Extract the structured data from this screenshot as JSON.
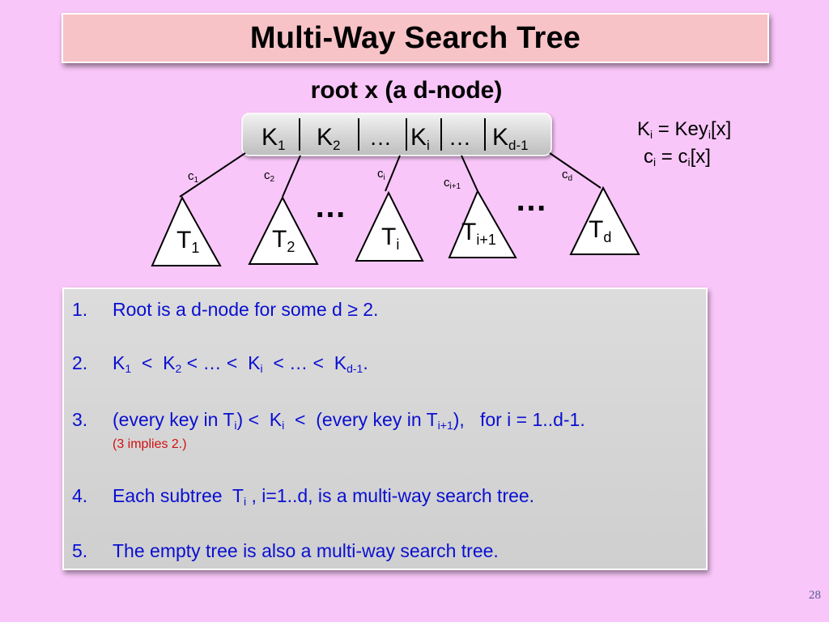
{
  "title": "Multi-Way Search Tree",
  "root_label": "root x (a d-node)",
  "node_keys": [
    {
      "main": "K",
      "sub": "1"
    },
    {
      "main": "K",
      "sub": "2"
    },
    {
      "main": "…",
      "sub": ""
    },
    {
      "main": "K",
      "sub": "i"
    },
    {
      "main": "…",
      "sub": ""
    },
    {
      "main": "K",
      "sub": "d-1"
    }
  ],
  "children": [
    {
      "edge": {
        "main": "c",
        "sub": "1"
      },
      "subtree": {
        "main": "T",
        "sub": "1"
      }
    },
    {
      "edge": {
        "main": "c",
        "sub": "2"
      },
      "subtree": {
        "main": "T",
        "sub": "2"
      }
    },
    {
      "edge": {
        "main": "c",
        "sub": "i"
      },
      "subtree": {
        "main": "T",
        "sub": "i"
      }
    },
    {
      "edge": {
        "main": "c",
        "sub": "i+1"
      },
      "subtree": {
        "main": "T",
        "sub": "i+1"
      }
    },
    {
      "edge": {
        "main": "c",
        "sub": "d"
      },
      "subtree": {
        "main": "T",
        "sub": "d"
      }
    }
  ],
  "ellipsis": "…",
  "legend": {
    "line1": {
      "a": "K",
      "a_sub": "i",
      "eq": " = Key",
      "b_sub": "i",
      "tail": "[x]"
    },
    "line2": {
      "a": "c",
      "a_sub": "i",
      "eq": " = c",
      "b_sub": "i",
      "tail": "[x]"
    }
  },
  "rules": {
    "r1": {
      "num": "1.",
      "text": "Root is a d-node for some d ≥ 2."
    },
    "r2": {
      "num": "2.",
      "k": "K",
      "s1": "1",
      "p1": "  <  K",
      "s2": "2",
      "p2": " < … <  K",
      "s3": "i",
      "p3": "  < … <  K",
      "s4": "d-1",
      "p4": "."
    },
    "r3": {
      "num": "3.",
      "p1": "(every key in T",
      "s1": "i",
      "p2": ") <  K",
      "s2": "i",
      "p3": "  <  (every key in T",
      "s3": "i+1",
      "p4": "),   for i = 1..d-1."
    },
    "r3_note": "(3 implies 2.)",
    "r4": {
      "num": "4.",
      "p1": "Each subtree  T",
      "s1": "i",
      "p2": " , i=1..d, is a multi-way search tree."
    },
    "r5": {
      "num": "5.",
      "text": "The empty tree is also a multi-way search tree."
    }
  },
  "page_number": "28",
  "colors": {
    "background": "#f8c6f8",
    "title_bar": "#f7c3c7",
    "rules_text": "#0a0fd0",
    "note": "#d11010",
    "node_fill": "#d9d9d9"
  }
}
